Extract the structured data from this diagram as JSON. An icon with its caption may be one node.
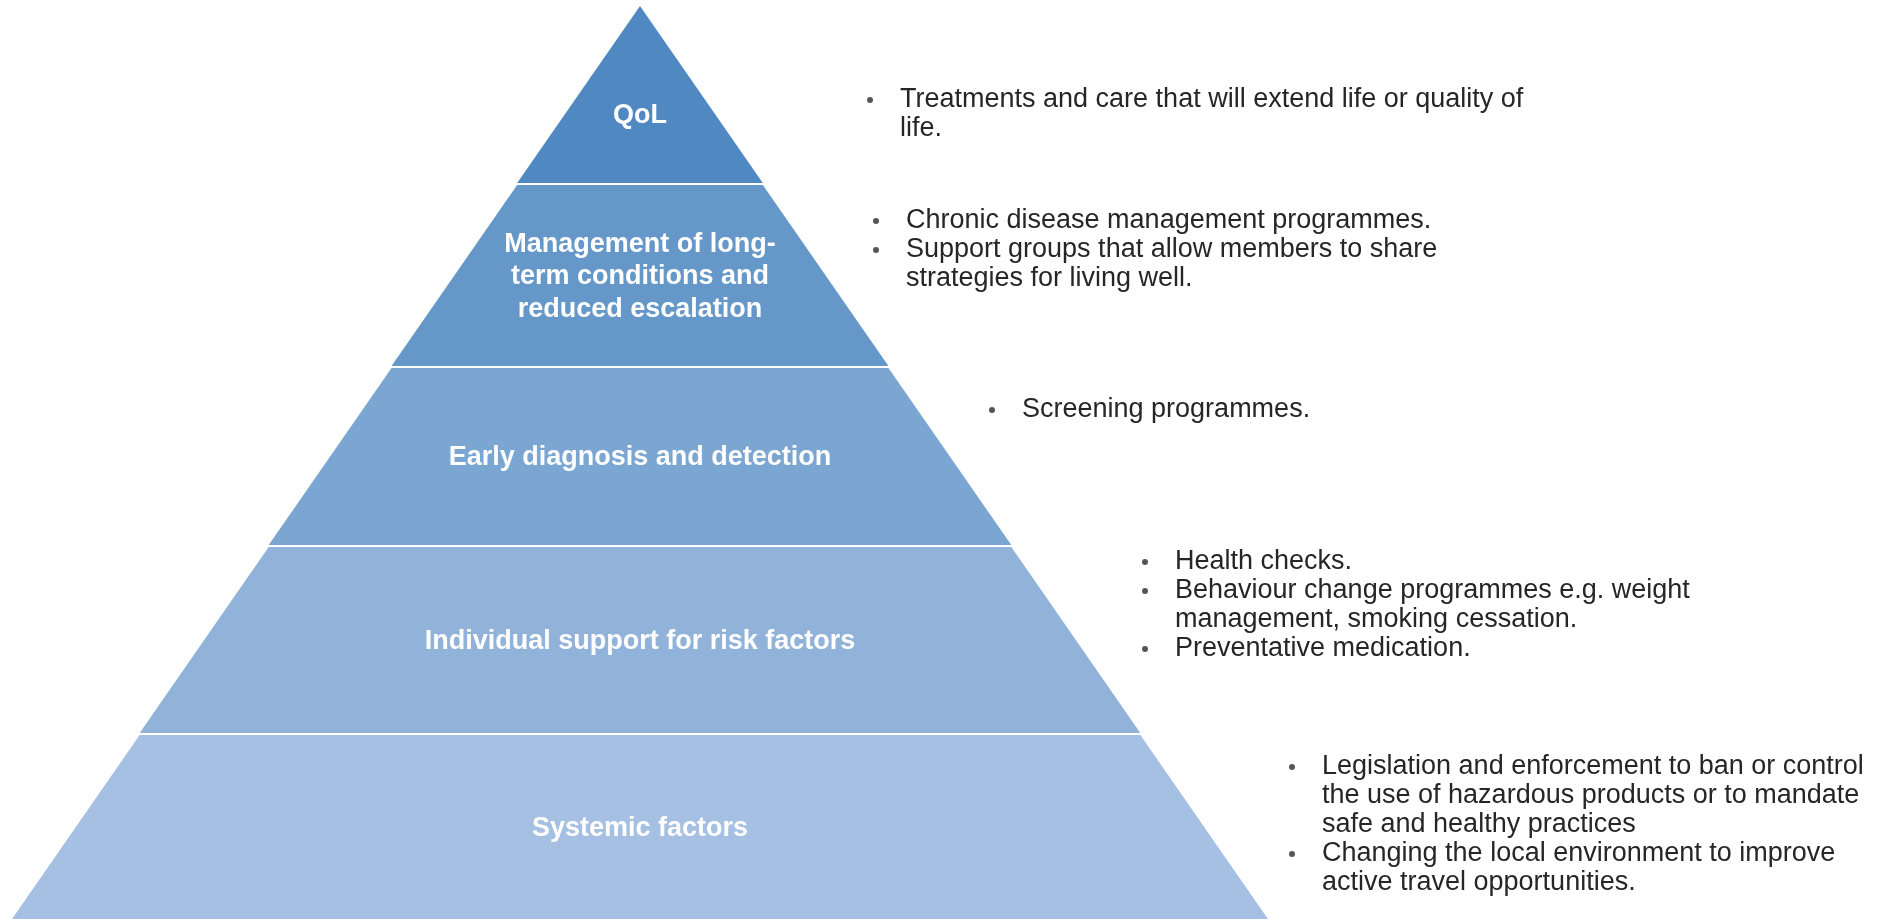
{
  "diagram": {
    "nodes": [
      {
        "text": [
          "QoL"
        ]
      },
      {
        "text": [
          "Management of long-term conditions and reduced escalation"
        ],
        "beside": [
          "Chronic disease management programmes.",
          "Support groups that allow members to share strategies for living well."
        ]
      },
      {
        "text": [
          "Early diagnosis and detection"
        ],
        "beside": [
          "Screening programmes."
        ]
      },
      {
        "text": [
          "Individual support for risk factors"
        ],
        "beside": [
          "Health checks.",
          "Behaviour change programmes e.g. weight management, smoking cessation.",
          "Preventative medication."
        ]
      },
      {
        "text": [
          "Systemic factors"
        ],
        "beside": [
          "Legislation and enforcement to ban or control the use of hazardous products or to mandate safe and healthy practices",
          "Changing the local environment to improve active travel opportunities."
        ]
      }
    ],
    "labels": [
      "Treatments and care that will extend life or quality of life."
    ]
  }
}
